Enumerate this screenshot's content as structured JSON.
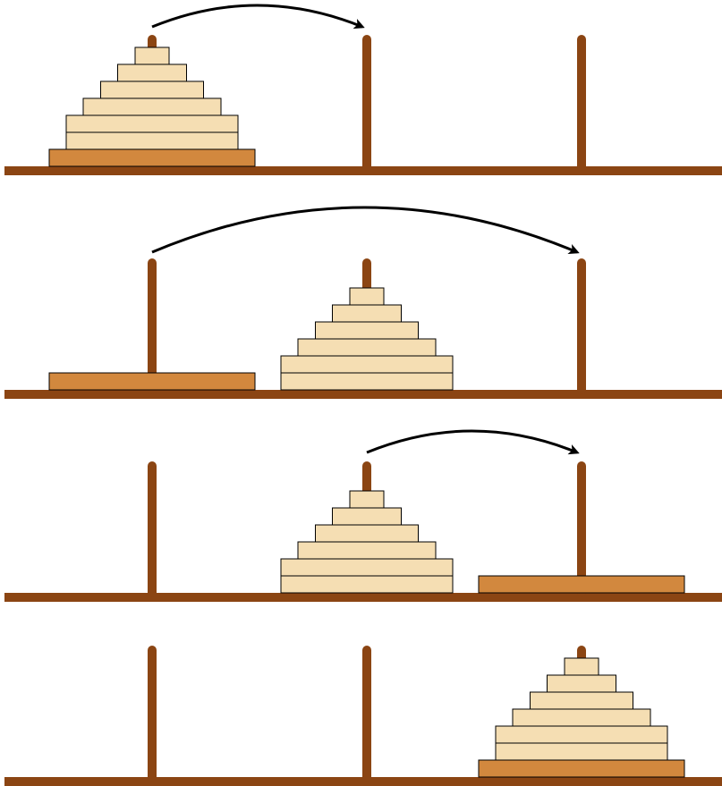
{
  "colors": {
    "background": "#ffffff",
    "wood": "#8b4513",
    "large_disk_fill": "#d2883e",
    "small_disk_fill": "#f5deb3",
    "disk_stroke": "#000000",
    "arrow": "#000000"
  },
  "diagram": {
    "type": "tower-of-hanoi-steps",
    "peg_count": 3,
    "disk_count": 7,
    "steps": [
      {
        "id": "step-1",
        "stacks": [
          [
            7,
            6,
            5,
            4,
            3,
            2,
            1
          ],
          [],
          []
        ],
        "arrow": {
          "from_peg": 1,
          "to_peg": 2
        }
      },
      {
        "id": "step-2",
        "stacks": [
          [
            7
          ],
          [
            6,
            5,
            4,
            3,
            2,
            1
          ],
          []
        ],
        "arrow": {
          "from_peg": 1,
          "to_peg": 3
        }
      },
      {
        "id": "step-3",
        "stacks": [
          [],
          [
            6,
            5,
            4,
            3,
            2,
            1
          ],
          [
            7
          ]
        ],
        "arrow": {
          "from_peg": 2,
          "to_peg": 3
        }
      },
      {
        "id": "step-4",
        "stacks": [
          [],
          [],
          [
            7,
            6,
            5,
            4,
            3,
            2,
            1
          ]
        ],
        "arrow": null
      }
    ]
  }
}
